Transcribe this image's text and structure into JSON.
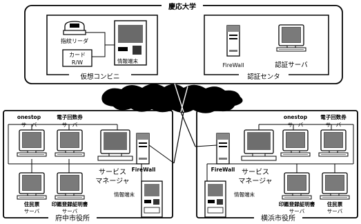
{
  "university": {
    "title": "慶応大学",
    "left_box": {
      "caption": "仮想コンビニ",
      "fingerprint_reader": "指紋リーダ",
      "card_rw_line1": "カード",
      "card_rw_line2": "R/W",
      "info_terminal": "情報端末"
    },
    "right_box": {
      "caption": "認証センタ",
      "firewall": "FireWall",
      "auth_server": "認証サーバ"
    }
  },
  "fuchu": {
    "caption": "府中市役所",
    "onestop": "onestop",
    "onestop_sub": "サーバ",
    "e_ticket": "電子回数券",
    "e_ticket_sub": "サーバ",
    "resident": "住民票",
    "resident_sub": "サーバ",
    "seal_cert": "印鑑登録証明書",
    "seal_cert_sub": "サーバ",
    "service_manager_line1": "サービス",
    "service_manager_line2": "マネージャ",
    "firewall": "FireWall",
    "info_terminal": "情報端末"
  },
  "yokohama": {
    "caption": "横浜市役所",
    "onestop": "onestop",
    "onestop_sub": "サーバ",
    "e_ticket": "電子回数券",
    "e_ticket_sub": "サーバ",
    "resident": "住民票",
    "resident_sub": "サーバ",
    "seal_cert": "印鑑登録証明書",
    "seal_cert_sub": "サーバ",
    "service_manager_line1": "サービス",
    "service_manager_line2": "マネージャ",
    "firewall": "FireWall",
    "info_terminal": "情報端末"
  }
}
